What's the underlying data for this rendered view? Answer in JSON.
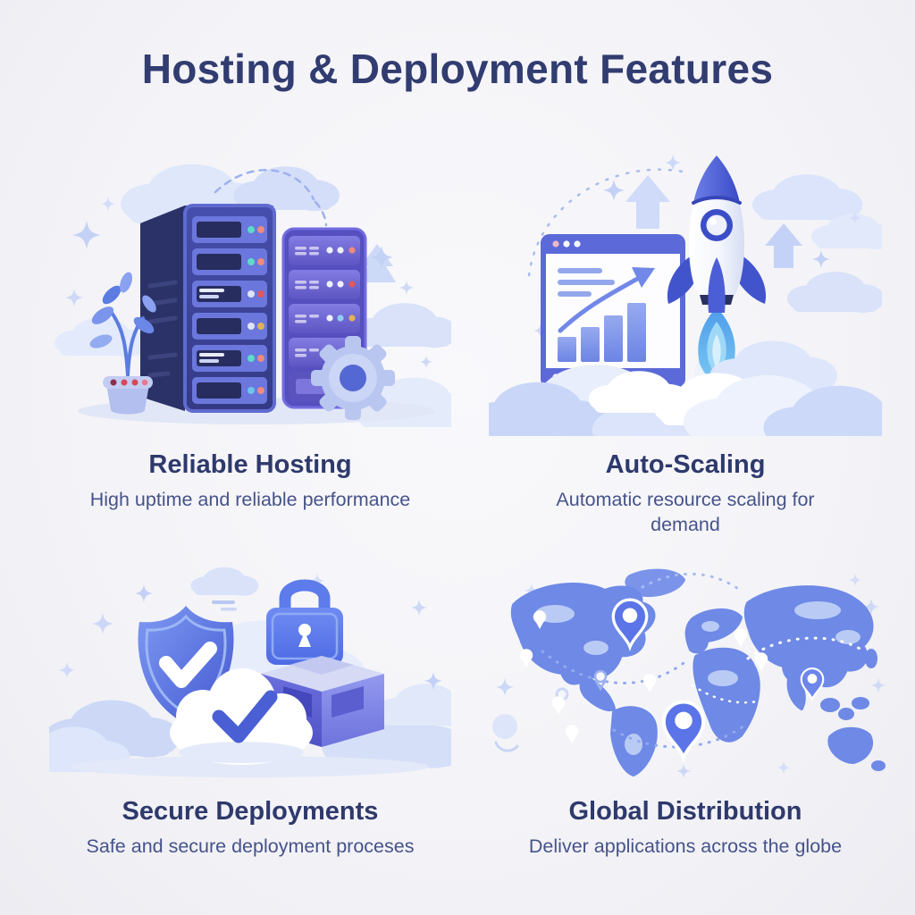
{
  "page": {
    "title": "Hosting & Deployment Features"
  },
  "features": [
    {
      "id": "reliable-hosting",
      "title": "Reliable Hosting",
      "description": "High uptime and reliable performance",
      "illustration": "server-rack-illustration"
    },
    {
      "id": "auto-scaling",
      "title": "Auto-Scaling",
      "description": "Automatic resource scaling for demand",
      "illustration": "rocket-launch-illustration"
    },
    {
      "id": "secure-deployments",
      "title": "Secure Deployments",
      "description": "Safe and secure deployment proceses",
      "illustration": "shield-security-illustration"
    },
    {
      "id": "global-distribution",
      "title": "Global Distribution",
      "description": "Deliver applications across the globe",
      "illustration": "world-map-illustration"
    }
  ],
  "colors": {
    "background": "#f4f4f8",
    "heading": "#2e396c",
    "body_text": "#46538a",
    "accent_blue": "#5b74e8",
    "accent_indigo": "#564fc0",
    "accent_light_blue": "#c9d6f7",
    "flame_cyan": "#79c8f4",
    "led_teal": "#5fd9c8",
    "led_coral": "#f08a7c"
  }
}
